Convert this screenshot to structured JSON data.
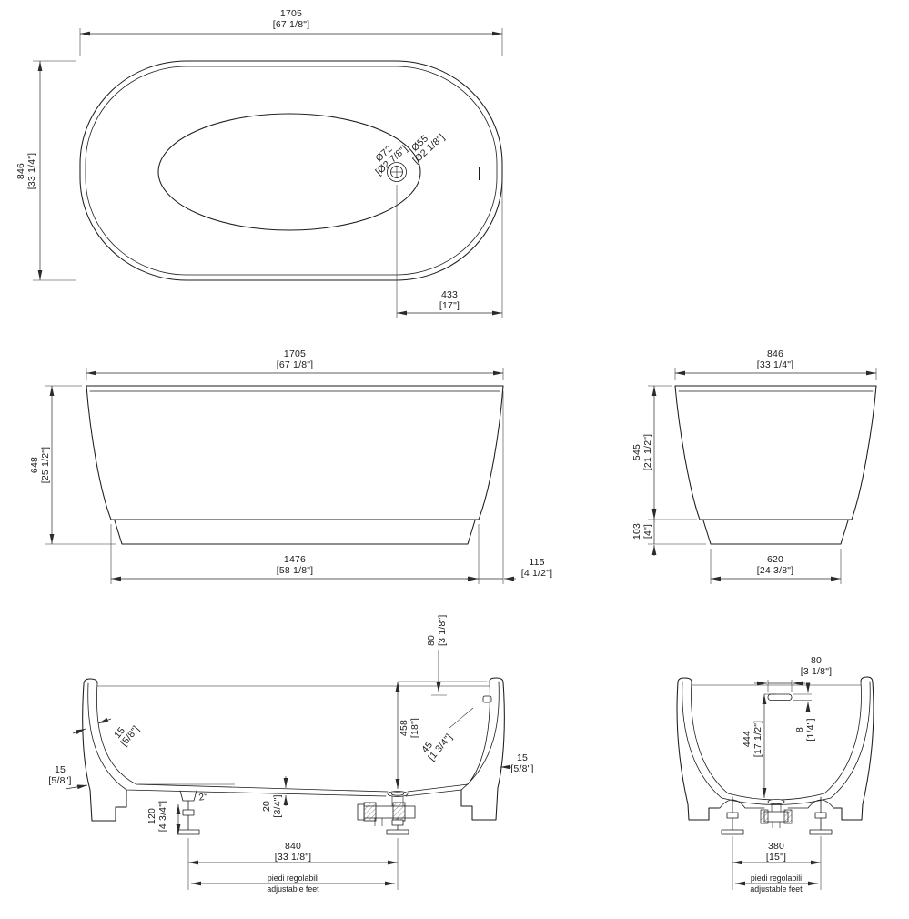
{
  "top_view": {
    "length_mm": "1705",
    "length_in": "[67 1/8\"]",
    "width_mm": "846",
    "width_in": "[33 1/4\"]",
    "drain_outer_mm": "Ø72",
    "drain_outer_in": "[Ø2 7/8\"]",
    "drain_inner_mm": "Ø55",
    "drain_inner_in": "[Ø2 1/8\"]",
    "drain_offset_mm": "433",
    "drain_offset_in": "[17\"]"
  },
  "front_view": {
    "length_mm": "1705",
    "length_in": "[67 1/8\"]",
    "height_mm": "648",
    "height_in": "[25 1/2\"]",
    "base_length_mm": "1476",
    "base_length_in": "[58 1/8\"]",
    "inset_mm": "115",
    "inset_in": "[4 1/2\"]"
  },
  "side_view": {
    "width_mm": "846",
    "width_in": "[33 1/4\"]",
    "body_height_mm": "545",
    "body_height_in": "[21 1/2\"]",
    "base_height_mm": "103",
    "base_height_in": "[4\"]",
    "base_width_mm": "620",
    "base_width_in": "[24 3/8\"]"
  },
  "long_section": {
    "overflow_mm": "80",
    "overflow_in": "[3 1/8\"]",
    "depth_mm": "458",
    "depth_in": "[18\"]",
    "rim_mm": "45",
    "rim_in": "[1 3/4\"]",
    "wall_top_mm": "15",
    "wall_top_in": "[5/8\"]",
    "wall_left_mm": "15",
    "wall_left_in": "[5/8\"]",
    "wall_right_mm": "15",
    "wall_right_in": "[5/8\"]",
    "clearance_mm": "120",
    "clearance_in": "[4 3/4\"]",
    "bottom_mm": "20",
    "bottom_in": "[3/4\"]",
    "slope": "2°",
    "feet_mm": "840",
    "feet_in": "[33 1/8\"]",
    "feet_it": "piedi regolabili",
    "feet_en": "adjustable feet"
  },
  "cross_section": {
    "overflow_mm": "80",
    "overflow_in": "[3 1/8\"]",
    "depth_mm": "444",
    "depth_in": "[17 1/2\"]",
    "slot_h_mm": "8",
    "slot_h_in": "[1/4\"]",
    "feet_mm": "380",
    "feet_in": "[15\"]",
    "feet_it": "piedi regolabili",
    "feet_en": "adjustable feet"
  }
}
